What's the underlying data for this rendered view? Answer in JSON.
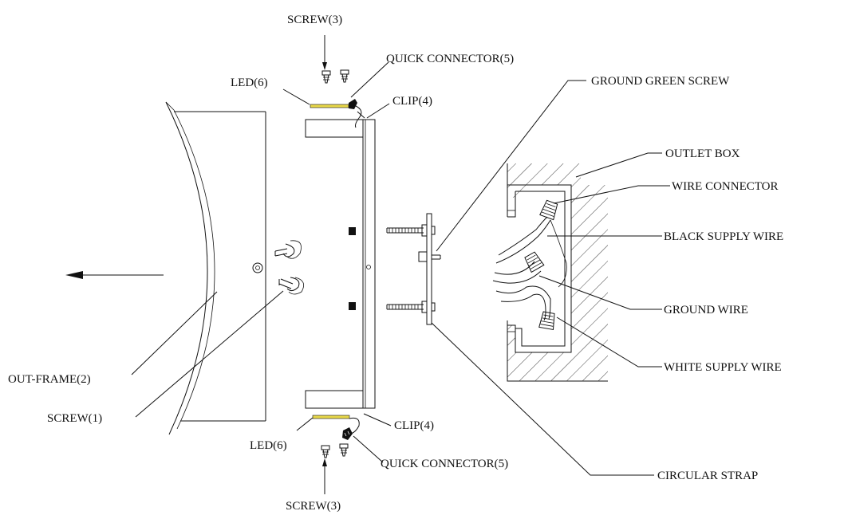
{
  "labels": {
    "screw3_top": "SCREW(3)",
    "quick_connector_top": "QUICK CONNECTOR(5)",
    "led_top": "LED(6)",
    "clip_top": "CLIP(4)",
    "ground_green_screw": "GROUND GREEN SCREW",
    "outlet_box": "OUTLET BOX",
    "wire_connector": "WIRE CONNECTOR",
    "black_supply_wire": "BLACK SUPPLY WIRE",
    "ground_wire": "GROUND WIRE",
    "white_supply_wire": "WHITE SUPPLY WIRE",
    "out_frame": "OUT-FRAME(2)",
    "screw1": "SCREW(1)",
    "clip_bottom": "CLIP(4)",
    "led_bottom": "LED(6)",
    "quick_connector_bottom": "QUICK CONNECTOR(5)",
    "circular_strap": "CIRCULAR STRAP",
    "screw3_bottom": "SCREW(3)"
  },
  "colors": {
    "line": "#111111",
    "led_strip": "#e8d84a",
    "background": "#ffffff"
  }
}
